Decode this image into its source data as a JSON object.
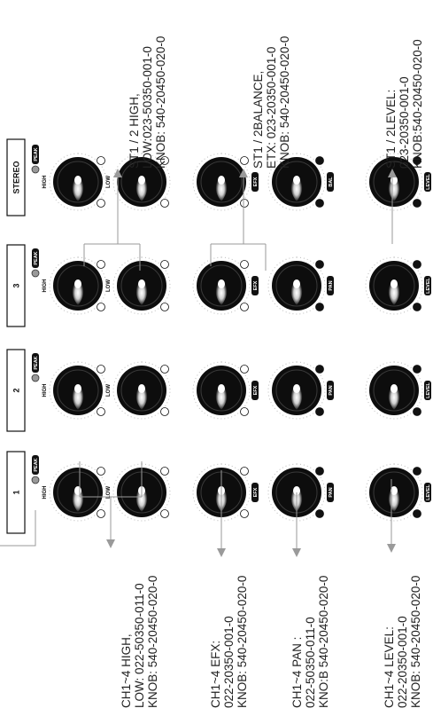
{
  "channel_tabs": [
    "1",
    "2",
    "3",
    "STEREO"
  ],
  "knob_labels": {
    "high": "HIGH",
    "low": "LOW",
    "peak": "PEAK",
    "efx": "EFX",
    "pan": "PAN",
    "balance": "BAL",
    "level": "LEVEL"
  },
  "callouts": {
    "st_high_low": [
      "ST1 / 2 HIGH,",
      "LOW:023-50350-001-0",
      "KNOB: 540-20450-020-0"
    ],
    "st_balance": [
      "ST1 / 2BALANCE,",
      "ETX: 023-20350-001-0",
      "KNOB: 540-20450-020-0"
    ],
    "st_level": [
      "ST1 / 2LEVEL:",
      "023-20350-001-0",
      "KNOB:540-20450-020-0"
    ],
    "ch_high_low": [
      "CH1~4 HIGH,",
      "LOW: 022-50350-011-0",
      "KNOB: 540-20450-020-0"
    ],
    "ch_efx": [
      "CH1~4 EFX:",
      "022-20350-001-0",
      "KNOB: 540-20450-020-0"
    ],
    "ch_pan": [
      "CH1~4 PAN :",
      "022-50350-011-0",
      "KNO:B 540-20450-020-0"
    ],
    "ch_level": [
      "CH1~4 LEVEL:",
      "022-20350-001-0",
      "KNOB: 540-20450-020-0"
    ]
  },
  "colors": {
    "ink": "#111111",
    "line": "#9a9a9a",
    "knob": "#0d0d0d",
    "highlight": "#f2f2f2"
  }
}
